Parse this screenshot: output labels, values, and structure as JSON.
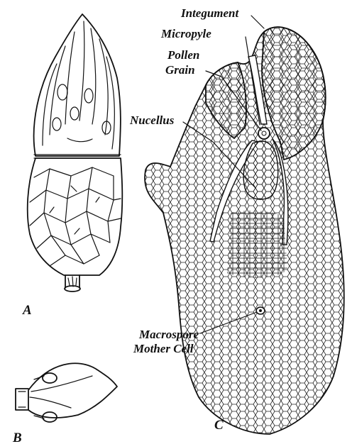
{
  "figure": {
    "panels": {
      "a": "A",
      "b": "B",
      "c": "C"
    },
    "labels": {
      "integument": "Integument",
      "micropyle": "Micropyle",
      "pollen_line1": "Pollen",
      "pollen_line2": "Grain",
      "nucellus": "Nucellus",
      "macrospore_line1": "Macrospore",
      "macrospore_line2": "Mother Cell"
    }
  }
}
